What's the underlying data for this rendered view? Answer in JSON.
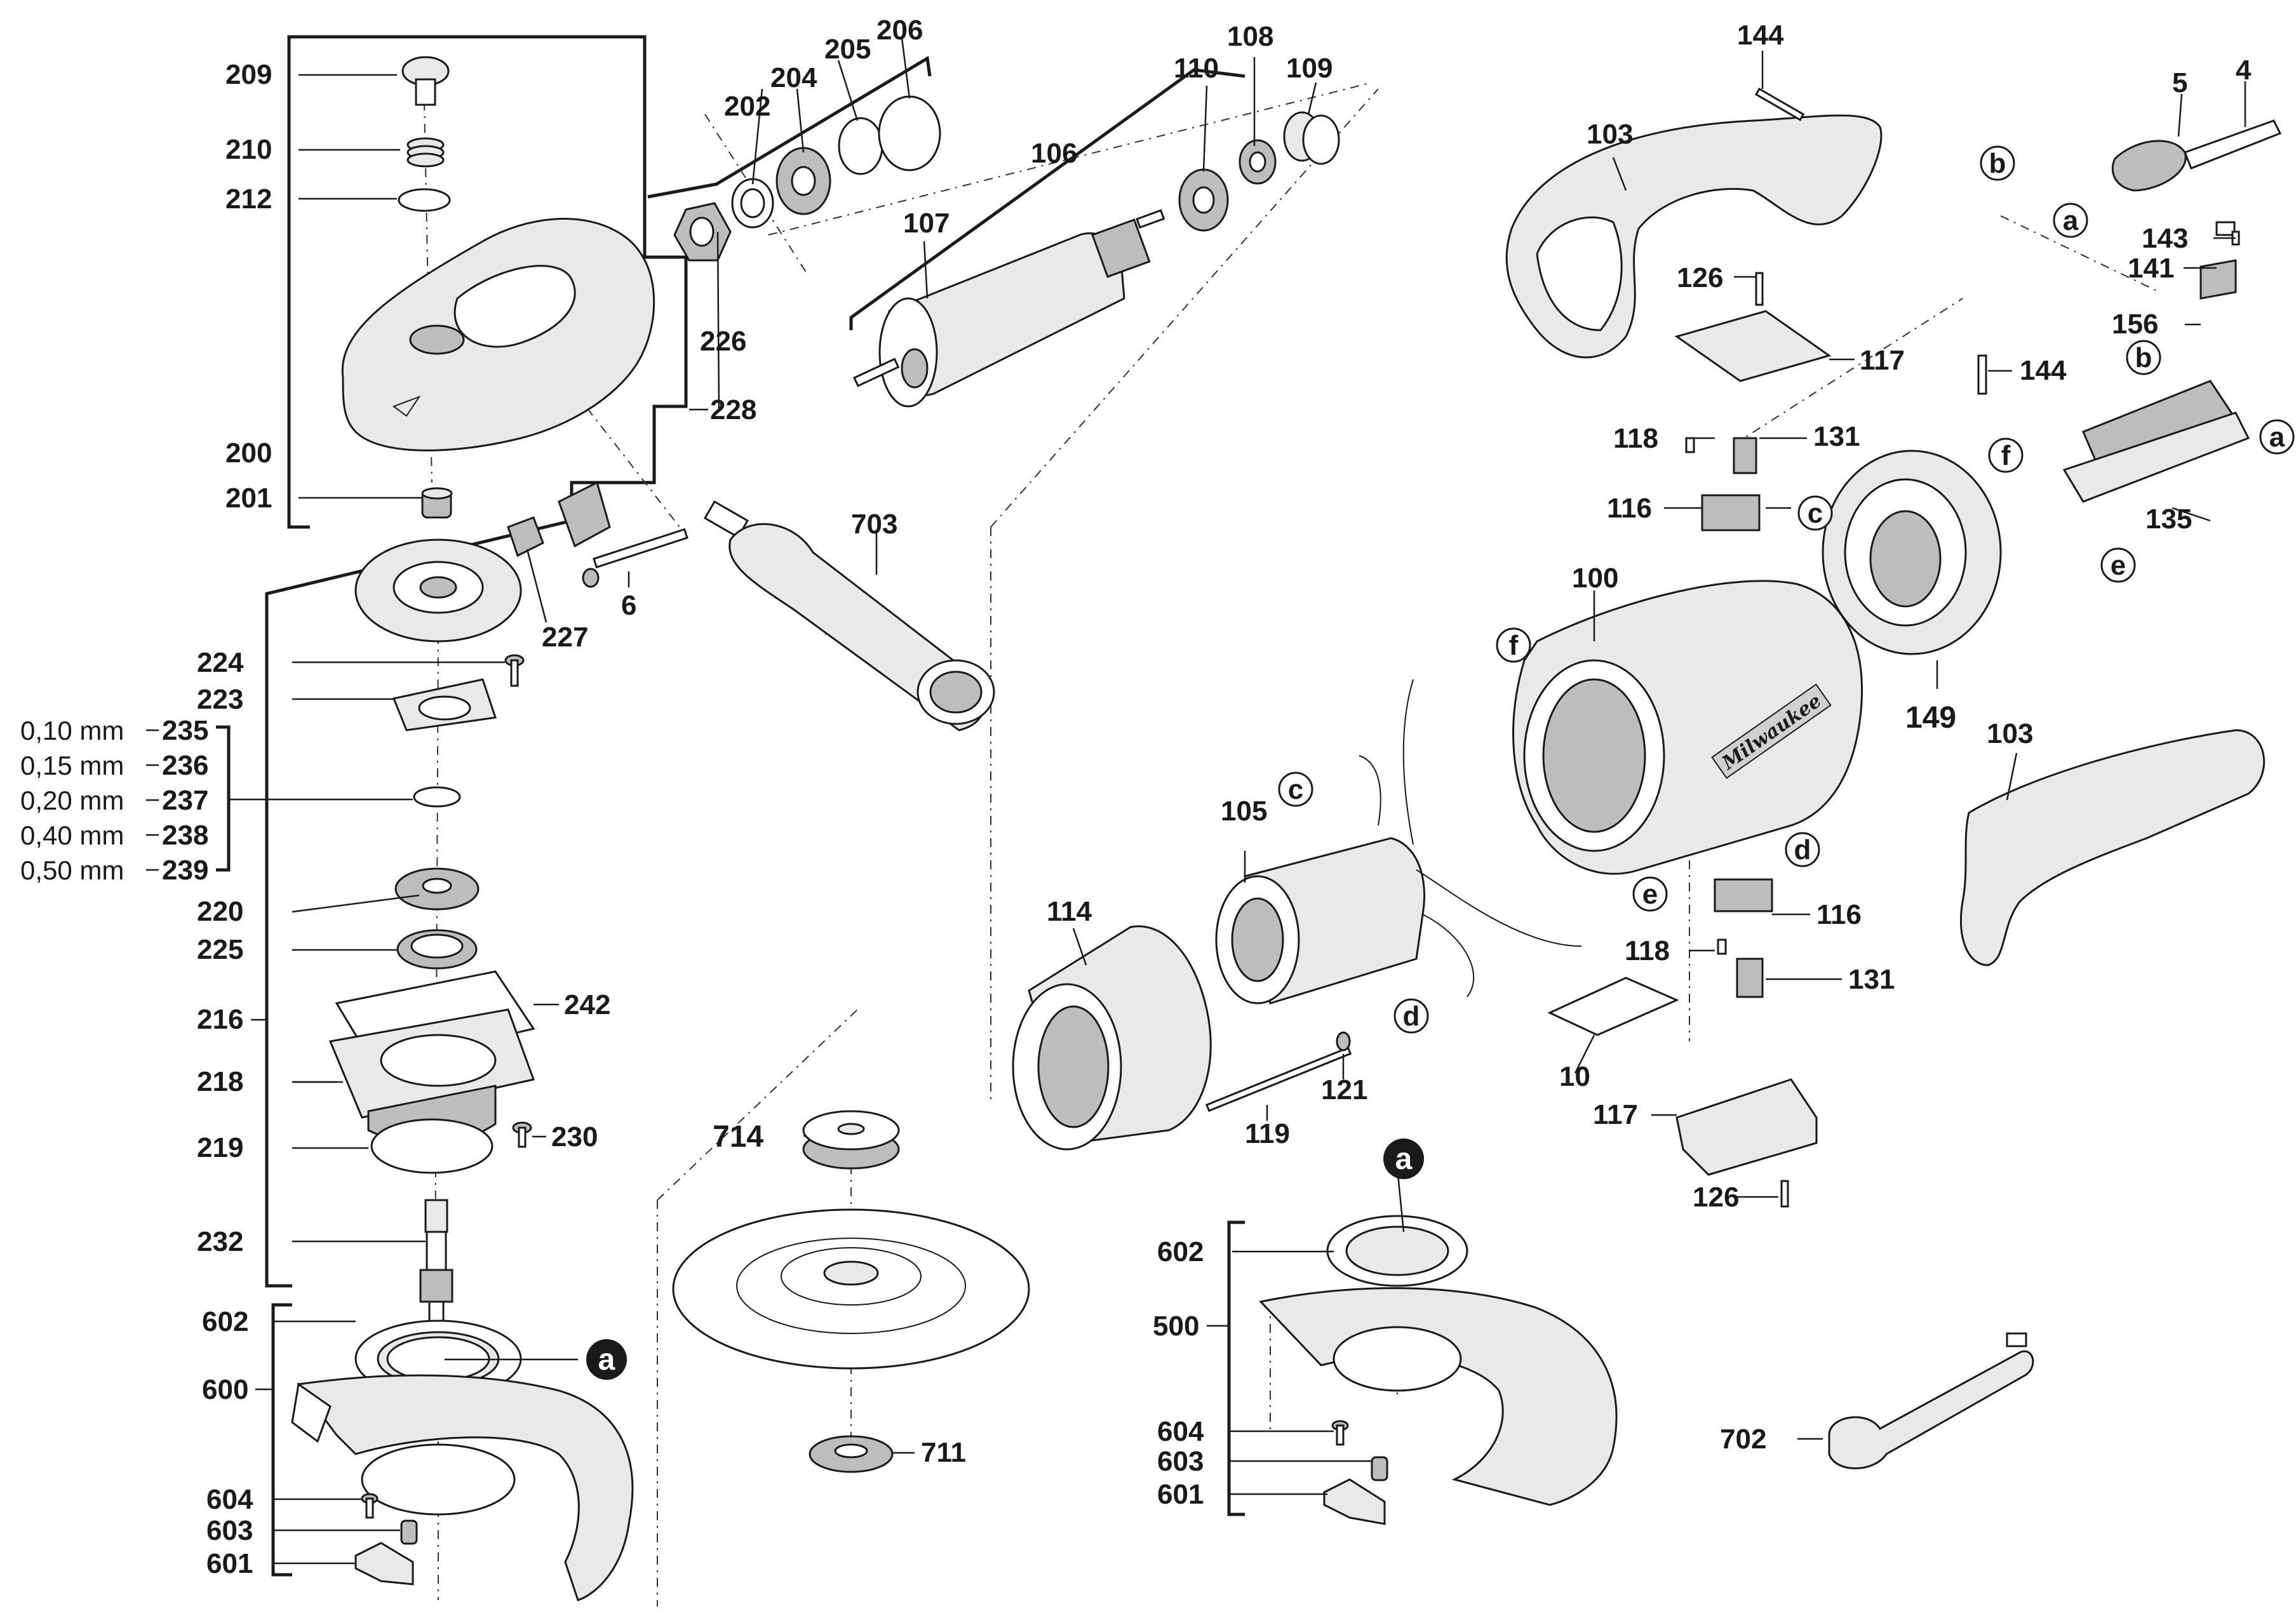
{
  "part_numbers": {
    "p209": "209",
    "p210": "210",
    "p212": "212",
    "p200": "200",
    "p201": "201",
    "p224": "224",
    "p223": "223",
    "p235": "235",
    "p236": "236",
    "p237": "237",
    "p238": "238",
    "p239": "239",
    "p220": "220",
    "p225": "225",
    "p216": "216",
    "p242": "242",
    "p218": "218",
    "p219": "219",
    "p230": "230",
    "p232": "232",
    "p602a": "602",
    "p600": "600",
    "p604a": "604",
    "p603a": "603",
    "p601a": "601",
    "p206": "206",
    "p205": "205",
    "p204": "204",
    "p202": "202",
    "p226": "226",
    "p228": "228",
    "p227": "227",
    "p6": "6",
    "p703": "703",
    "p108": "108",
    "p110": "110",
    "p109": "109",
    "p106": "106",
    "p107": "107",
    "p714": "714",
    "p711": "711",
    "p144a": "144",
    "p103a": "103",
    "p126a": "126",
    "p117a": "117",
    "p118a": "118",
    "p131a": "131",
    "p116a": "116",
    "p100": "100",
    "p105": "105",
    "p114": "114",
    "p121": "121",
    "p119": "119",
    "p10": "10",
    "p116b": "116",
    "p118b": "118",
    "p131b": "131",
    "p117b": "117",
    "p126b": "126",
    "p5": "5",
    "p4": "4",
    "p143": "143",
    "p141": "141",
    "p156": "156",
    "p144b": "144",
    "p135": "135",
    "p149": "149",
    "p103b": "103",
    "p602b": "602",
    "p500": "500",
    "p604b": "604",
    "p603b": "603",
    "p601b": "601",
    "p702": "702"
  },
  "shim_sizes": {
    "s235": "0,10 mm",
    "s236": "0,15 mm",
    "s237": "0,20 mm",
    "s238": "0,40 mm",
    "s239": "0,50 mm"
  },
  "markers": {
    "a1": "a",
    "a2": "a",
    "a3": "a",
    "a4": "a",
    "b1": "b",
    "b2": "b",
    "c1": "c",
    "c2": "c",
    "d1": "d",
    "d2": "d",
    "e1": "e",
    "e2": "e",
    "f1": "f",
    "f2": "f"
  },
  "brand_logo_text": "Milwaukee"
}
